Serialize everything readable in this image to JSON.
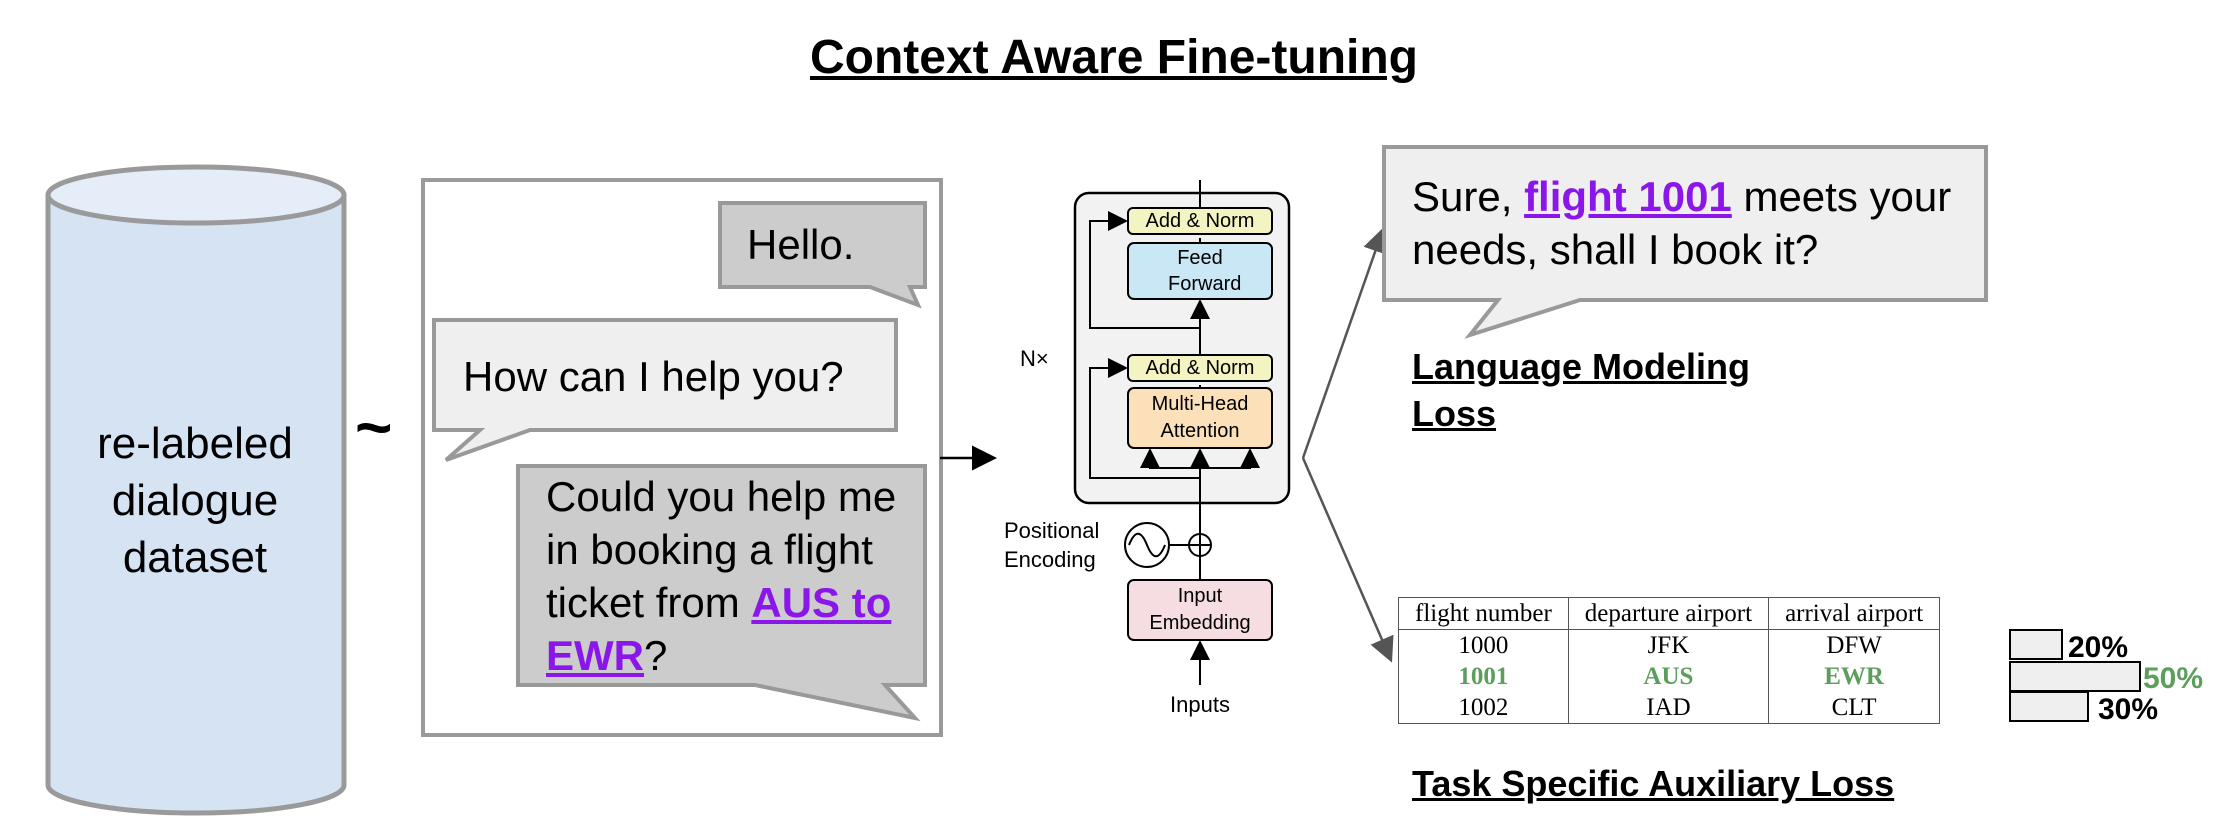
{
  "title": "Context Aware Fine-tuning",
  "dataset": {
    "label": "re-labeled dialogue dataset"
  },
  "sample_symbol": "~",
  "dialogue": {
    "greeting": "Hello.",
    "agent_question": "How can I help you?",
    "user_request": {
      "before": "Could you help me in booking a flight ticket from ",
      "highlight": "AUS to EWR",
      "after": "?"
    }
  },
  "transformer": {
    "repeat_label": "N×",
    "add_norm_top": "Add & Norm",
    "feed_forward": "Feed Forward",
    "add_norm_bottom": "Add & Norm",
    "attention": "Multi-Head Attention",
    "positional_encoding": "Positional Encoding",
    "input_embedding": "Input Embedding",
    "inputs": "Inputs"
  },
  "response": {
    "before": "Sure, ",
    "highlight": "flight 1001",
    "after": " meets your needs, shall I book it?"
  },
  "lm_loss": "Language Modeling Loss",
  "aux_loss": "Task Specific Auxiliary Loss",
  "flight_table": {
    "headers": [
      "flight number",
      "departure airport",
      "arrival airport"
    ],
    "rows": [
      {
        "flight": "1000",
        "departure": "JFK",
        "arrival": "DFW",
        "prob": 0.2,
        "prob_label": "20%"
      },
      {
        "flight": "1001",
        "departure": "AUS",
        "arrival": "EWR",
        "prob": 0.5,
        "prob_label": "50%"
      },
      {
        "flight": "1002",
        "departure": "IAD",
        "arrival": "CLT",
        "prob": 0.3,
        "prob_label": "30%"
      }
    ]
  },
  "colors": {
    "cylinder_fill": "#d5e3f3",
    "cylinder_top": "#e4edf8",
    "cylinder_stroke": "#9a9a9a",
    "bubble_fill": "#efefef",
    "bubble_dark_fill": "#cccccc",
    "bubble_stroke": "#999999",
    "highlight": "#8a16ea",
    "green": "#5c9e5c",
    "add_norm": "#f3f4c1",
    "feed_forward": "#c9e7f5",
    "attention": "#fbe0b9",
    "embedding": "#f6dde1"
  }
}
